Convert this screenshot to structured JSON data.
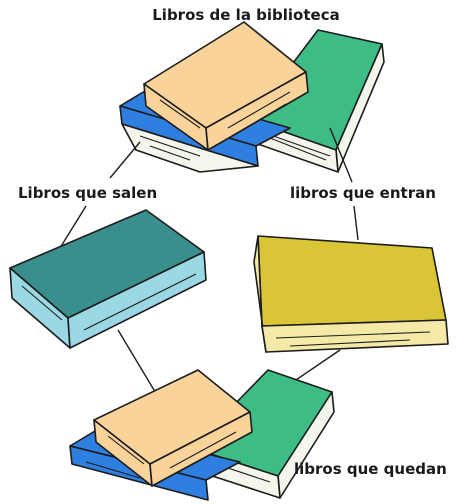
{
  "labels": {
    "top": "Libros de la biblioteca",
    "left": "Libros que salen",
    "right": "libros que entran",
    "bottom": "libros que quedan"
  },
  "colors": {
    "peach": "#f9d39a",
    "blue": "#2f7fe0",
    "green": "#3dbd85",
    "teal": "#3a8f8c",
    "yellow": "#d9c536",
    "page_edge": "#f3f6ea",
    "outline": "#1c1c1c"
  }
}
